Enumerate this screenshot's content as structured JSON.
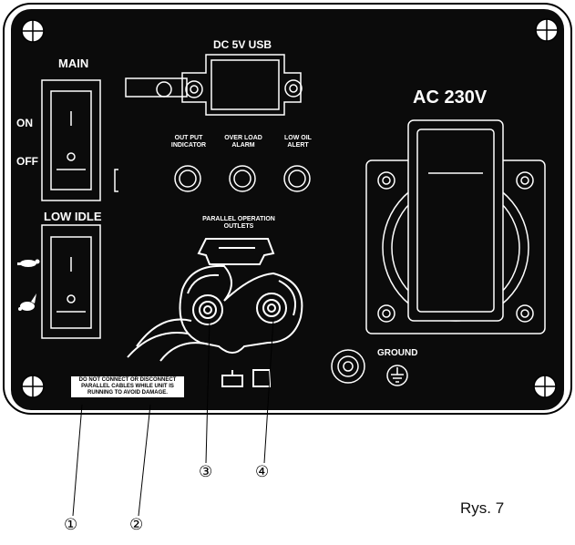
{
  "panel": {
    "main_label": "MAIN",
    "on_label": "ON",
    "off_label": "OFF",
    "low_idle_label": "LOW IDLE",
    "usb_label": "DC 5V USB",
    "ac_label": "AC 230V",
    "ground_label": "GROUND",
    "indicators": [
      {
        "label1": "OUT PUT",
        "label2": "INDICATOR"
      },
      {
        "label1": "OVER LOAD",
        "label2": "ALARM"
      },
      {
        "label1": "LOW OIL",
        "label2": "ALERT"
      }
    ],
    "parallel_label1": "PARALLEL OPERATION",
    "parallel_label2": "OUTLETS",
    "warning_line1": "DO NOT CONNECT OR DISCONNECT",
    "warning_line2": "PARALLEL CABLES WHILE UNIT IS",
    "warning_line3": "RUNNING TO AVOID DAMAGE."
  },
  "callouts": [
    "①",
    "②",
    "③",
    "④"
  ],
  "caption": "Rys. 7",
  "colors": {
    "panel": "#0b0b0b",
    "frame": "#ffffff",
    "line": "#ffffff"
  },
  "icons": {
    "switch_main": "rocker-switch-icon",
    "switch_idle": "rocker-switch-icon",
    "turtle": "turtle-icon",
    "rabbit": "rabbit-icon",
    "ground": "ground-symbol-icon"
  }
}
